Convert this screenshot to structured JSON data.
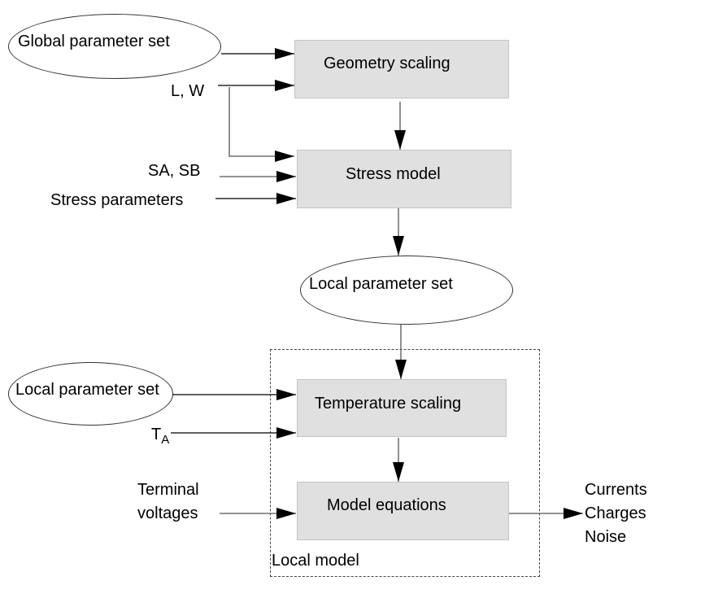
{
  "diagram": {
    "nodes": {
      "global_parameter_set": "Global parameter set",
      "geometry_scaling": "Geometry scaling",
      "stress_model": "Stress model",
      "local_parameter_set_mid": "Local parameter set",
      "local_parameter_set_left": "Local parameter set",
      "temperature_scaling": "Temperature scaling",
      "model_equations": "Model equations"
    },
    "inputs": {
      "lw": "L, W",
      "sa_sb": "SA, SB",
      "stress_parameters": "Stress parameters",
      "ta_main": "T",
      "ta_sub": "A",
      "terminal_line1": "Terminal",
      "terminal_line2": "voltages"
    },
    "outputs": [
      "Currents",
      "Charges",
      "Noise"
    ],
    "group_label": "Local model",
    "colors": {
      "box_fill": "#e0e0e0",
      "line": "#000000",
      "dash": "#444444"
    }
  }
}
